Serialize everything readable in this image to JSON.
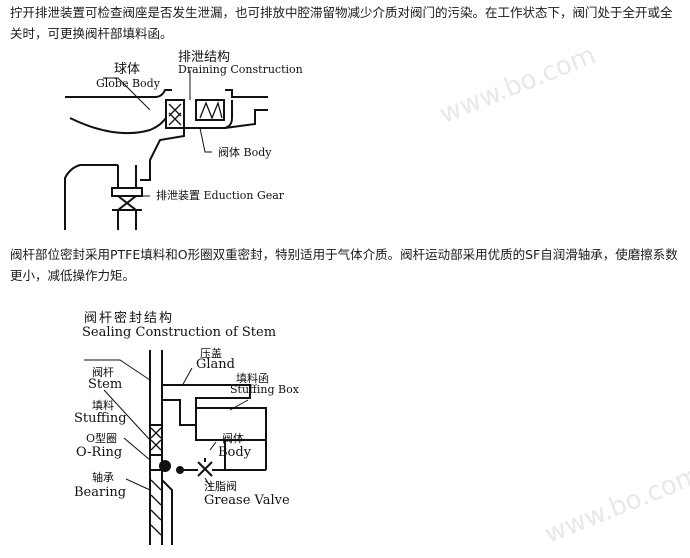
{
  "paragraphs": {
    "p1": "拧开排泄装置可检查阀座是否发生泄漏，也可排放中腔滞留物减少介质对阀门的污染。在工作状态下，阀门处于全开或全关时，可更换阀杆部填料函。",
    "p2": "阀杆部位密封采用PTFE填料和O形圈双重密封，特别适用于气体介质。阀杆运动部采用优质的SF自润滑轴承，使磨擦系数更小，减低操作力矩。"
  },
  "figure1": {
    "globe_body_cn": "球体",
    "globe_body_en": "Globe Body",
    "draining_cn": "排泄结构",
    "draining_en": "Draining Construction",
    "valve_body": "阀体 Body",
    "eduction_gear": "排泄装置 Eduction Gear"
  },
  "figure2": {
    "title_cn": "阀杆密封结构",
    "title_en": "Sealing Construction of Stem",
    "gland_cn": "压盖",
    "gland_en": "Gland",
    "stuffing_box_cn": "填料函",
    "stuffing_box_en": "Stuffing Box",
    "stem_cn": "阀杆",
    "stem_en": "Stem",
    "stuffing_cn": "填料",
    "stuffing_en": "Stuffing",
    "oring_cn": "O型圈",
    "oring_en": "O-Ring",
    "body_cn": "阀体",
    "body_en": "Body",
    "bearing_cn": "轴承",
    "bearing_en": "Bearing",
    "grease_cn": "注脂阀",
    "grease_en": "Grease Valve"
  },
  "watermarks": {
    "wm1": "www.bo.com",
    "wm2": "www.bo.com"
  }
}
